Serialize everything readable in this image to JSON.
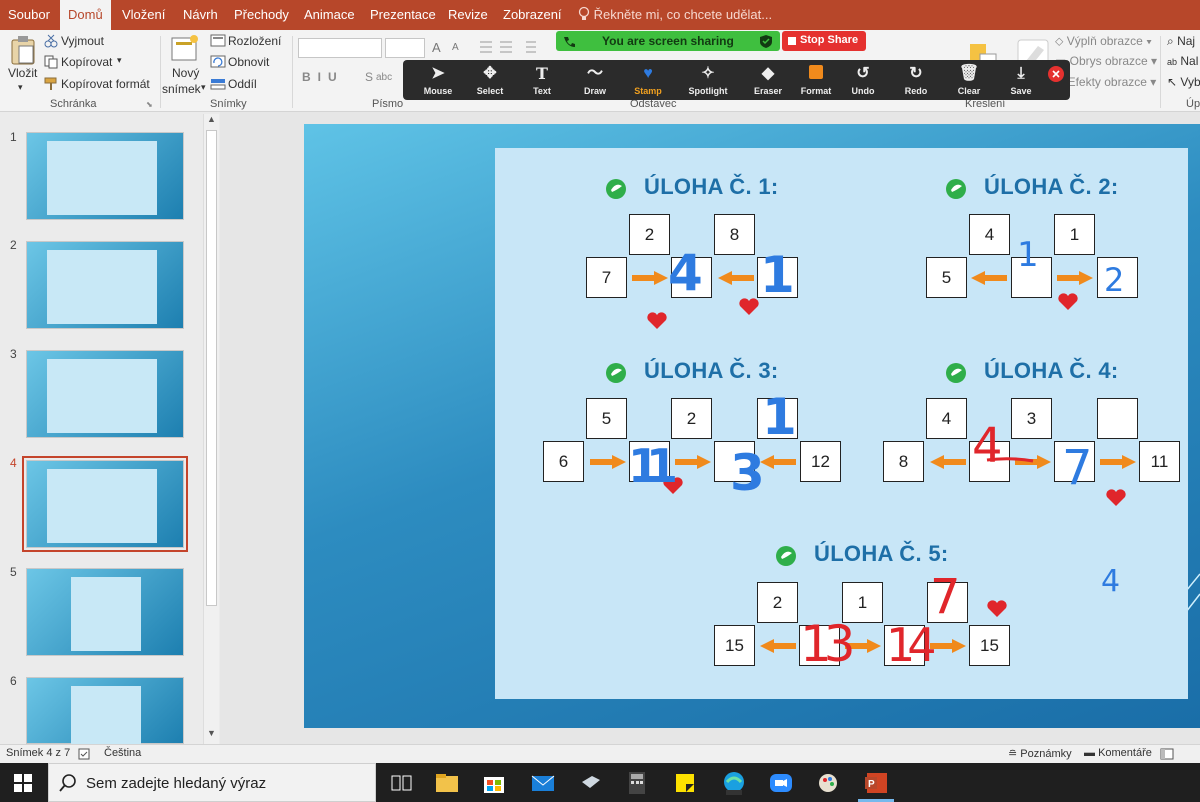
{
  "tabs": [
    "Soubor",
    "Domů",
    "Vložení",
    "Návrh",
    "Přechody",
    "Animace",
    "Prezentace",
    "Revize",
    "Zobrazení"
  ],
  "tell_me": "Řekněte mi, co chcete udělat...",
  "ribbon": {
    "clipboard": {
      "paste": "Vložit",
      "cut": "Vyjmout",
      "copy": "Kopírovat",
      "format_painter": "Kopírovat formát",
      "label": "Schránka"
    },
    "slides": {
      "new_slide_1": "Nový",
      "new_slide_2": "snímek",
      "layout": "Rozložení",
      "reset": "Obnovit",
      "section": "Oddíl",
      "label": "Snímky"
    },
    "font": {
      "label": "Písmo",
      "increase": "A",
      "decrease": "A"
    },
    "paragraph": {
      "label": "Odstavec"
    },
    "drawing": {
      "label": "Kreslení",
      "fill": "Výplň obrazce",
      "outline": "Obrys obrazce",
      "effects": "Efekty obrazce"
    },
    "editing": {
      "find": "Naj",
      "replace": "Nal",
      "select": "Vyb",
      "label": "Úp"
    }
  },
  "zoom": {
    "sharing": "You are screen sharing",
    "stop": "Stop Share",
    "tools": [
      "Mouse",
      "Select",
      "Text",
      "Draw",
      "Stamp",
      "Spotlight",
      "Eraser",
      "Format",
      "Undo",
      "Redo",
      "Clear",
      "Save"
    ]
  },
  "thumbs": [
    "1",
    "2",
    "3",
    "4",
    "5",
    "6"
  ],
  "tasks": [
    {
      "title": "ÚLOHA Č. 1:",
      "top": [
        "2",
        "8"
      ],
      "bottom": [
        "7",
        "",
        ""
      ]
    },
    {
      "title": "ÚLOHA Č. 2:",
      "top": [
        "4",
        "1"
      ],
      "bottom": [
        "5",
        "",
        ""
      ]
    },
    {
      "title": "ÚLOHA Č. 3:",
      "top": [
        "5",
        "2",
        ""
      ],
      "bottom": [
        "6",
        "",
        "",
        "12"
      ]
    },
    {
      "title": "ÚLOHA Č. 4:",
      "top": [
        "4",
        "3",
        ""
      ],
      "bottom": [
        "8",
        "",
        "",
        "11"
      ]
    },
    {
      "title": "ÚLOHA Č. 5:",
      "top": [
        "2",
        "1",
        ""
      ],
      "bottom": [
        "15",
        "",
        "",
        "15"
      ]
    }
  ],
  "annotations": {
    "t1a": "4",
    "t1b": "1",
    "t2a": "1",
    "t2b": "2",
    "t3a": "1",
    "t3b": "11",
    "t3c": "3",
    "t4a": "4",
    "t4b": "7",
    "t5a": "7",
    "t5b": "13",
    "t5c": "14",
    "side": "4"
  },
  "colors": {
    "accent": "#b7472a",
    "title": "#1e6fa7",
    "orange": "#f08a1c",
    "blue": "#2e7be0",
    "red": "#e0262b"
  },
  "status": {
    "slide": "Snímek 4 z 7",
    "lang": "Čeština",
    "notes": "Poznámky",
    "comments": "Komentáře"
  },
  "taskbar": {
    "search": "Sem zadejte hledaný výraz"
  }
}
